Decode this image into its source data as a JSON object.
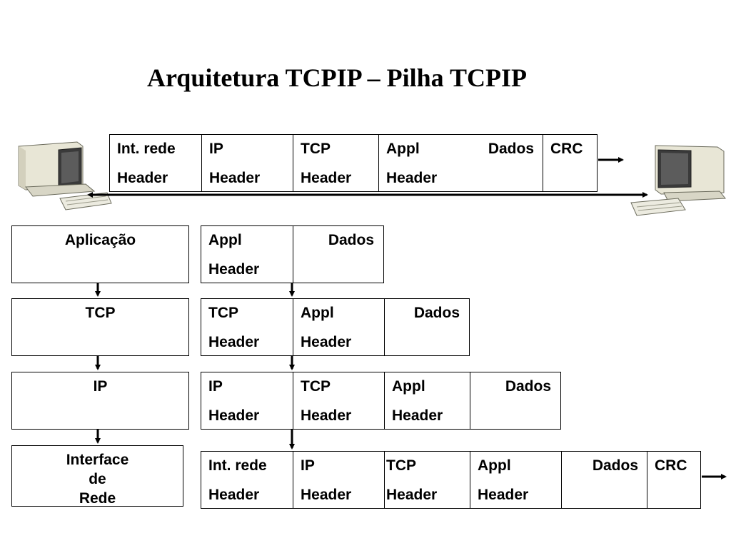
{
  "title": "Arquitetura TCPIP – Pilha TCPIP",
  "frames": {
    "top": [
      {
        "l1": "Int. rede",
        "l2": "Header"
      },
      {
        "l1": "IP",
        "l2": "Header"
      },
      {
        "l1": "TCP",
        "l2": "Header"
      },
      {
        "l1": "Appl",
        "l2": "Header"
      },
      {
        "l1": "Dados"
      },
      {
        "l1": "CRC"
      }
    ],
    "app": [
      {
        "l1": "Appl",
        "l2": "Header"
      },
      {
        "l1": "Dados"
      }
    ],
    "tcp": [
      {
        "l1": "TCP",
        "l2": "Header"
      },
      {
        "l1": "Appl",
        "l2": "Header"
      },
      {
        "l1": "Dados"
      }
    ],
    "ip": [
      {
        "l1": "IP",
        "l2": "Header"
      },
      {
        "l1": "TCP",
        "l2": "Header"
      },
      {
        "l1": "Appl",
        "l2": "Header"
      },
      {
        "l1": "Dados"
      }
    ],
    "net": [
      {
        "l1": "Int. rede",
        "l2": "Header"
      },
      {
        "l1": "IP",
        "l2": "Header"
      },
      {
        "l1": "TCP",
        "l2": "Header"
      },
      {
        "l1": "Appl",
        "l2": "Header"
      },
      {
        "l1": "Dados"
      },
      {
        "l1": "CRC"
      }
    ]
  },
  "layers": {
    "application": "Aplicação",
    "transport": "TCP",
    "internet": "IP",
    "interface": [
      "Interface",
      "de",
      "Rede"
    ]
  },
  "icons": {
    "left_host": "desktop-computer-icon",
    "right_host": "desktop-computer-icon"
  }
}
